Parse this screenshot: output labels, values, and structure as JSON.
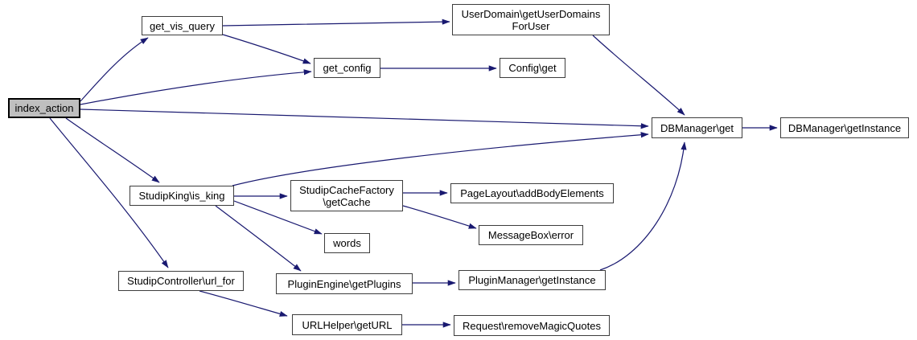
{
  "diagram": {
    "type": "call-graph",
    "colors": {
      "edge": "#191970",
      "node_fill": "#ffffff",
      "node_border": "#3d3d3d",
      "root_fill": "#bfbfbf",
      "root_border": "#000000",
      "text": "#000000",
      "background": "#ffffff"
    }
  },
  "nodes": {
    "index_action": {
      "label": "index_action",
      "role": "root"
    },
    "get_vis_query": {
      "label": "get_vis_query"
    },
    "get_config": {
      "label": "get_config"
    },
    "user_domains_for_user": {
      "label": "UserDomain\\getUserDomains\nForUser"
    },
    "config_get": {
      "label": "Config\\get"
    },
    "dbmanager_get": {
      "label": "DBManager\\get"
    },
    "dbmanager_get_instance": {
      "label": "DBManager\\getInstance"
    },
    "is_king": {
      "label": "StudipKing\\is_king"
    },
    "get_cache": {
      "label": "StudipCacheFactory\n\\getCache"
    },
    "words": {
      "label": "words"
    },
    "add_body_elements": {
      "label": "PageLayout\\addBodyElements"
    },
    "message_box_error": {
      "label": "MessageBox\\error"
    },
    "get_plugins": {
      "label": "PluginEngine\\getPlugins"
    },
    "plugin_manager_get_instance": {
      "label": "PluginManager\\getInstance"
    },
    "url_for": {
      "label": "StudipController\\url_for"
    },
    "get_url": {
      "label": "URLHelper\\getURL"
    },
    "remove_magic_quotes": {
      "label": "Request\\removeMagicQuotes"
    }
  },
  "edges": [
    {
      "from": "index_action",
      "to": "get_vis_query"
    },
    {
      "from": "index_action",
      "to": "get_config"
    },
    {
      "from": "index_action",
      "to": "dbmanager_get"
    },
    {
      "from": "index_action",
      "to": "is_king"
    },
    {
      "from": "index_action",
      "to": "url_for"
    },
    {
      "from": "get_vis_query",
      "to": "user_domains_for_user"
    },
    {
      "from": "get_vis_query",
      "to": "get_config"
    },
    {
      "from": "get_config",
      "to": "config_get"
    },
    {
      "from": "user_domains_for_user",
      "to": "dbmanager_get"
    },
    {
      "from": "dbmanager_get",
      "to": "dbmanager_get_instance"
    },
    {
      "from": "is_king",
      "to": "dbmanager_get"
    },
    {
      "from": "is_king",
      "to": "get_cache"
    },
    {
      "from": "is_king",
      "to": "words"
    },
    {
      "from": "is_king",
      "to": "get_plugins"
    },
    {
      "from": "get_cache",
      "to": "add_body_elements"
    },
    {
      "from": "get_cache",
      "to": "message_box_error"
    },
    {
      "from": "get_plugins",
      "to": "plugin_manager_get_instance"
    },
    {
      "from": "plugin_manager_get_instance",
      "to": "dbmanager_get"
    },
    {
      "from": "url_for",
      "to": "get_url"
    },
    {
      "from": "get_url",
      "to": "remove_magic_quotes"
    }
  ]
}
